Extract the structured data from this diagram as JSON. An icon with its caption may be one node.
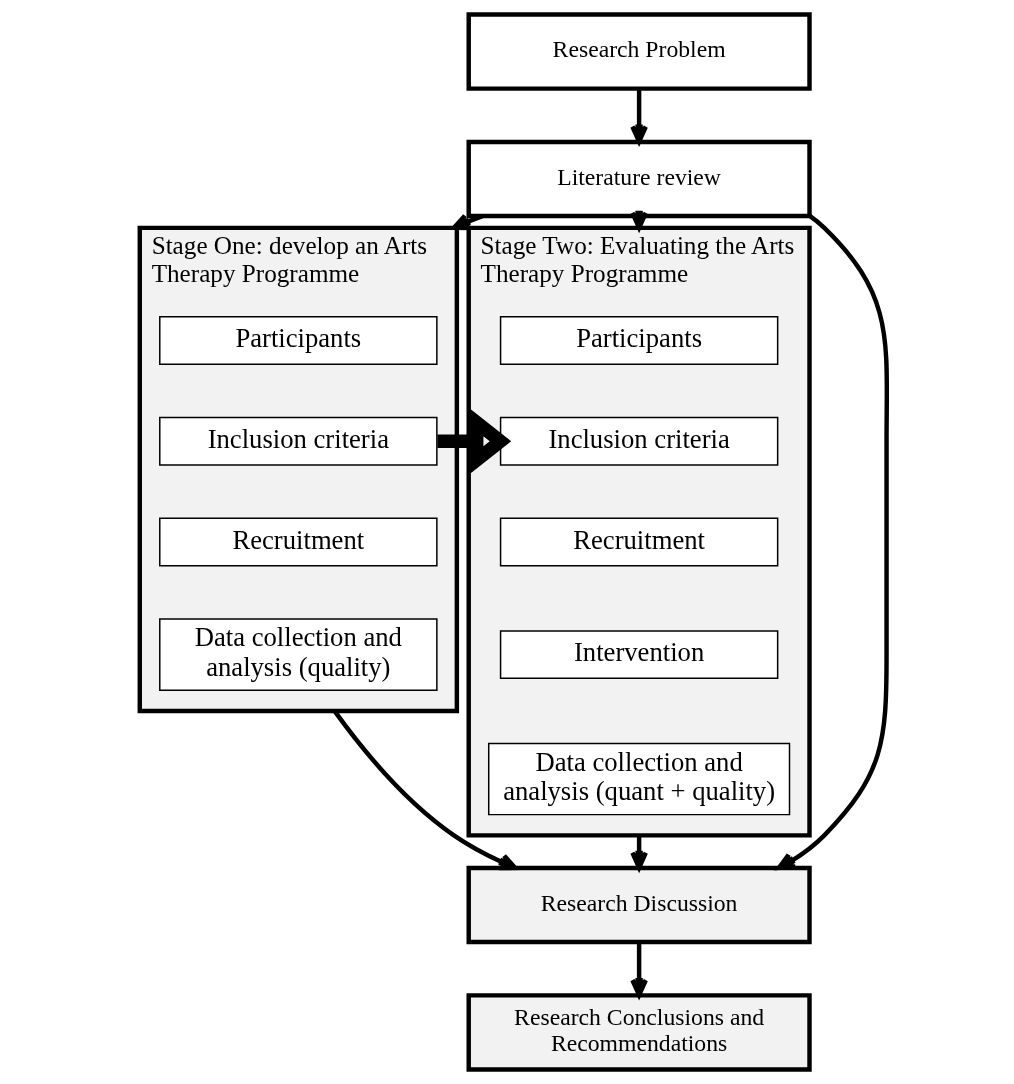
{
  "diagram": {
    "nodes": [
      {
        "text": [
          "Research Problem"
        ]
      },
      {
        "text": [
          "Literature review"
        ]
      },
      {
        "text": [
          "Stage One: develop an Arts Therapy Programme"
        ]
      },
      {
        "text": [
          "Participants"
        ],
        "in": 2
      },
      {
        "text": [
          "Inclusion criteria"
        ],
        "in": 2
      },
      {
        "text": [
          "Recruitment"
        ],
        "in": 2
      },
      {
        "text": [
          "Data collection and analysis (quality)"
        ],
        "in": 2
      },
      {
        "text": [
          "Stage Two: Evaluating the Arts Therapy Programme"
        ]
      },
      {
        "text": [
          "Participants"
        ],
        "in": 7
      },
      {
        "text": [
          "Inclusion criteria"
        ],
        "in": 7
      },
      {
        "text": [
          "Recruitment"
        ],
        "in": 7
      },
      {
        "text": [
          "Intervention"
        ],
        "in": 7
      },
      {
        "text": [
          "Data collection and analysis (quant + quality)"
        ],
        "in": 7
      },
      {
        "text": [
          "Research Discussion"
        ]
      },
      {
        "text": [
          "Research Conclusions and Recommendations"
        ]
      }
    ],
    "edges": [
      {
        "from": 0,
        "to": 1,
        "arrow": "to"
      },
      {
        "from": 1,
        "to": 2,
        "arrow": "to"
      },
      {
        "from": 1,
        "to": 7,
        "arrow": "to"
      },
      {
        "from": 1,
        "to": 13,
        "arrow": "to"
      },
      {
        "from": 2,
        "to": 7,
        "arrow": "to",
        "style": "thick"
      },
      {
        "from": 2,
        "to": 13,
        "arrow": "to"
      },
      {
        "from": 7,
        "to": 13,
        "arrow": "to"
      },
      {
        "from": 13,
        "to": 14,
        "arrow": "to"
      }
    ]
  }
}
